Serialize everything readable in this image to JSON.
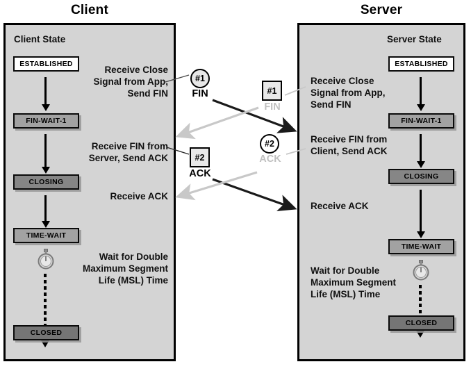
{
  "diagram": {
    "title_client": "Client",
    "title_server": "Server",
    "colors": {
      "panel_bg": "#d4d4d4",
      "panel_border": "#000000",
      "state_white": "#ffffff",
      "state_mid_grey": "#a2a2a2",
      "state_dark_grey": "#868686",
      "state_darker_grey": "#757575",
      "arrow_dark": "#1a1a1a",
      "arrow_light": "#c8c8c8",
      "marker_fill": "#e8e8e8"
    }
  },
  "client": {
    "state_col_title": "Client State",
    "states": [
      {
        "label": "ESTABLISHED",
        "fill": "white"
      },
      {
        "label": "FIN-WAIT-1",
        "fill": "mid"
      },
      {
        "label": "CLOSING",
        "fill": "dark"
      },
      {
        "label": "TIME-WAIT",
        "fill": "mid"
      },
      {
        "label": "CLOSED",
        "fill": "dark2"
      }
    ],
    "events": [
      "Receive Close\nSignal from App,\nSend FIN",
      "Receive FIN from\nServer, Send ACK",
      "Receive ACK",
      "Wait for Double\nMaximum Segment\nLife (MSL) Time"
    ]
  },
  "server": {
    "state_col_title": "Server State",
    "states": [
      {
        "label": "ESTABLISHED",
        "fill": "white"
      },
      {
        "label": "FIN-WAIT-1",
        "fill": "mid"
      },
      {
        "label": "CLOSING",
        "fill": "dark"
      },
      {
        "label": "TIME-WAIT",
        "fill": "mid"
      },
      {
        "label": "CLOSED",
        "fill": "dark2"
      }
    ],
    "events": [
      "Receive Close\nSignal from App,\nSend FIN",
      "Receive FIN from\nClient, Send ACK",
      "Receive ACK",
      "Wait for Double\nMaximum Segment\nLife (MSL) Time"
    ]
  },
  "messages": [
    {
      "id": "#1",
      "name": "FIN",
      "origin": "client",
      "marker_shape": "circle",
      "emphasis": "dark"
    },
    {
      "id": "#1",
      "name": "FIN",
      "origin": "server",
      "marker_shape": "square",
      "emphasis": "light"
    },
    {
      "id": "#2",
      "name": "ACK",
      "origin": "server",
      "marker_shape": "square",
      "emphasis": "dark"
    },
    {
      "id": "#2",
      "name": "ACK",
      "origin": "client",
      "marker_shape": "circle",
      "emphasis": "light"
    }
  ],
  "icons": {
    "stopwatch": "stopwatch-icon"
  }
}
